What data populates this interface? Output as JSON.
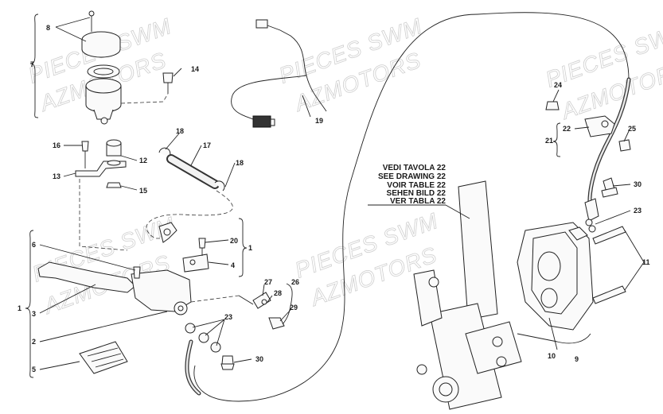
{
  "watermarks": [
    {
      "text": "PIECES SWM"
    },
    {
      "text": "AZMOTORS"
    },
    {
      "text": "PIECES SWM"
    },
    {
      "text": "AZMOTORS"
    },
    {
      "text": "PIECES SWM"
    },
    {
      "text": "AZMOTORS"
    },
    {
      "text": "PIECES SWM"
    },
    {
      "text": "AZMOTORS"
    },
    {
      "text": "PIECES SWM"
    },
    {
      "text": "AZMOTORS"
    }
  ],
  "note_lines": [
    "VEDI TAVOLA 22",
    "SEE DRAWING 22",
    "VOIR TABLE 22",
    "SEHEN BILD 22",
    "VER TABLA 22"
  ],
  "callouts": {
    "c8": "8",
    "c7": "7",
    "c14": "14",
    "c19": "19",
    "c16": "16",
    "c18a": "18",
    "c17": "17",
    "c12": "12",
    "c13": "13",
    "c15": "15",
    "c18b": "18",
    "c20": "20",
    "c1r": "1",
    "c4": "4",
    "c6": "6",
    "c1l": "1",
    "c3": "3",
    "c2": "2",
    "c5": "5",
    "c27": "27",
    "c26": "26",
    "c28": "28",
    "c29": "29",
    "c23a": "23",
    "c30a": "30",
    "c24": "24",
    "c22": "22",
    "c25": "25",
    "c21": "21",
    "c30b": "30",
    "c23b": "23",
    "c11": "11",
    "c10": "10",
    "c9": "9"
  }
}
